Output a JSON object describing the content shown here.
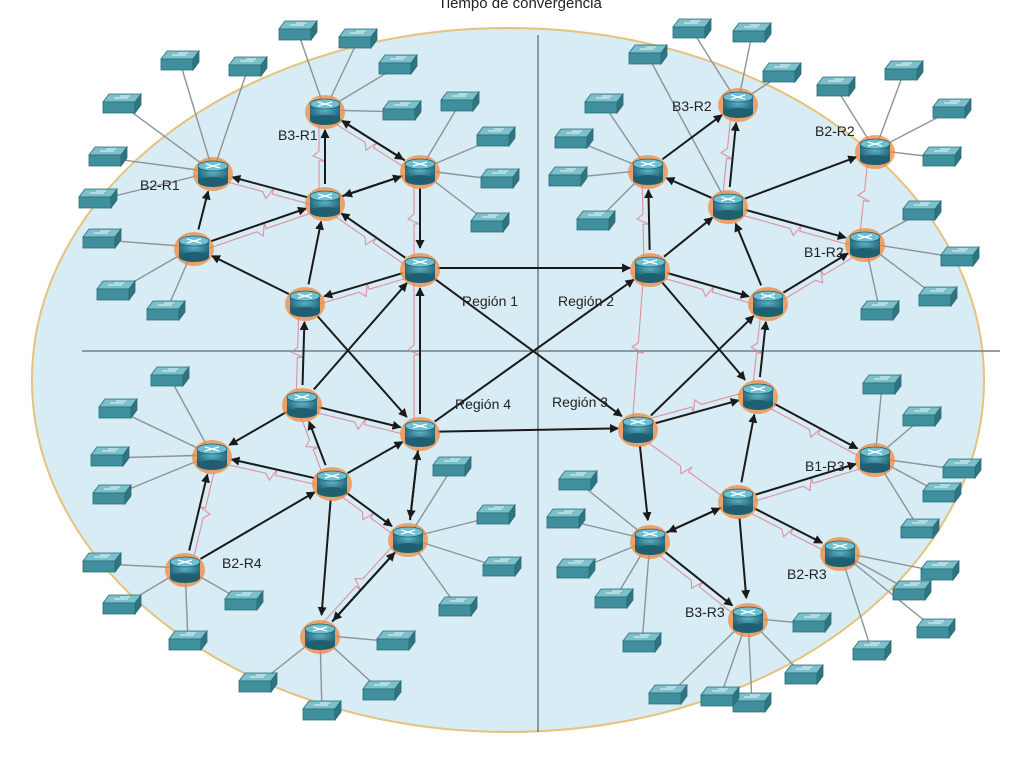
{
  "title": "Tiempo de convergencia",
  "regions": [
    "Región 1",
    "Región 2",
    "Región 3",
    "Región 4"
  ],
  "colors": {
    "ellipse_fill": "#d7ecf4",
    "ellipse_stroke": "#e6c27a",
    "divider": "#6d7f8c",
    "router": "#2f7f95",
    "router_glow": "#f08a3c",
    "switch": "#3f8f9c",
    "link": "#8d9398",
    "arrow": "#1a1a1a",
    "serial": "#e07a8a"
  },
  "icons": {
    "router": "router-icon",
    "switch": "switch-icon"
  },
  "routers": [
    {
      "id": "r1a",
      "label": "B2-R1"
    },
    {
      "id": "r1b",
      "label": "B3-R1"
    },
    {
      "id": "r1c",
      "label": ""
    },
    {
      "id": "r1d",
      "label": ""
    },
    {
      "id": "r1e",
      "label": ""
    },
    {
      "id": "r1f",
      "label": ""
    },
    {
      "id": "r1g",
      "label": ""
    },
    {
      "id": "r2a",
      "label": "B3-R2"
    },
    {
      "id": "r2b",
      "label": "B2-R2"
    },
    {
      "id": "r2c",
      "label": "B1-R2"
    },
    {
      "id": "r2d",
      "label": ""
    },
    {
      "id": "r2e",
      "label": ""
    },
    {
      "id": "r2f",
      "label": ""
    },
    {
      "id": "r2g",
      "label": ""
    },
    {
      "id": "r3a",
      "label": "B1-R3"
    },
    {
      "id": "r3b",
      "label": "B2-R3"
    },
    {
      "id": "r3c",
      "label": "B3-R3"
    },
    {
      "id": "r3d",
      "label": ""
    },
    {
      "id": "r3e",
      "label": ""
    },
    {
      "id": "r3f",
      "label": ""
    },
    {
      "id": "r3g",
      "label": ""
    },
    {
      "id": "r4a",
      "label": "B2-R4"
    },
    {
      "id": "r4b",
      "label": ""
    },
    {
      "id": "r4c",
      "label": ""
    },
    {
      "id": "r4d",
      "label": ""
    },
    {
      "id": "r4e",
      "label": ""
    },
    {
      "id": "r4f",
      "label": ""
    },
    {
      "id": "r4g",
      "label": ""
    }
  ]
}
